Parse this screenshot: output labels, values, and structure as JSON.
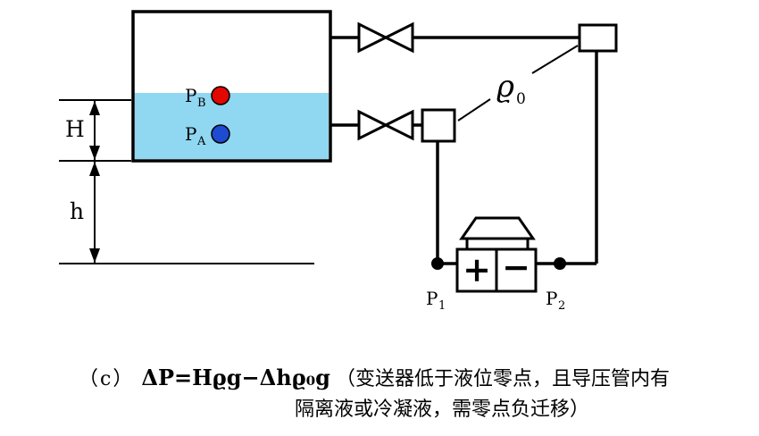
{
  "figure": {
    "labels": {
      "pressure_b": "P",
      "pressure_b_sub": "B",
      "pressure_a": "P",
      "pressure_a_sub": "A",
      "dim_upper": "H",
      "dim_lower": "h",
      "density": "ϱ",
      "density_sub": "0",
      "plus": "+",
      "minus": "−",
      "p1": "P",
      "p1_sub": "1",
      "p2": "P",
      "p2_sub": "2"
    },
    "colors": {
      "liquid": "#90d7f1",
      "point_b": "#e20800",
      "point_a": "#1d4cd2",
      "line": "#000000"
    }
  },
  "caption": {
    "index": "（c）",
    "formula": "ΔP=Hϱg−Δhϱ₀g",
    "note_line1": "（变送器低于液位零点，且导压管内有",
    "note_line2": "隔离液或冷凝液，需零点负迁移）"
  }
}
